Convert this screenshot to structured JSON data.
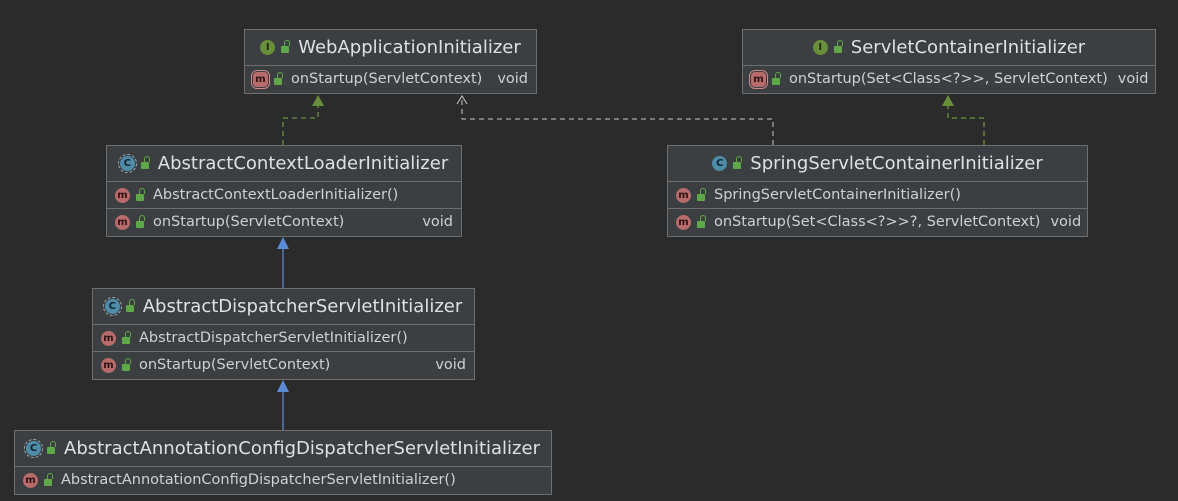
{
  "nodes": {
    "web_app_init": {
      "kind": "I",
      "name": "WebApplicationInitializer",
      "methods": [
        {
          "kind": "m",
          "signature": "onStartup(ServletContext)",
          "return": "void"
        }
      ]
    },
    "servlet_container_init": {
      "kind": "I",
      "name": "ServletContainerInitializer",
      "methods": [
        {
          "kind": "m",
          "signature": "onStartup(Set<Class<?>>, ServletContext)",
          "return": "void"
        }
      ]
    },
    "abstract_context_loader": {
      "kind": "C",
      "name": "AbstractContextLoaderInitializer",
      "methods": [
        {
          "kind": "m",
          "signature": "AbstractContextLoaderInitializer()",
          "return": ""
        },
        {
          "kind": "m",
          "signature": "onStartup(ServletContext)",
          "return": "void"
        }
      ]
    },
    "spring_servlet_container": {
      "kind": "C",
      "name": "SpringServletContainerInitializer",
      "methods": [
        {
          "kind": "m",
          "signature": "SpringServletContainerInitializer()",
          "return": ""
        },
        {
          "kind": "m",
          "signature": "onStartup(Set<Class<?>>?, ServletContext)",
          "return": "void"
        }
      ]
    },
    "abstract_dispatcher": {
      "kind": "C",
      "name": "AbstractDispatcherServletInitializer",
      "methods": [
        {
          "kind": "m",
          "signature": "AbstractDispatcherServletInitializer()",
          "return": ""
        },
        {
          "kind": "m",
          "signature": "onStartup(ServletContext)",
          "return": "void"
        }
      ]
    },
    "abstract_annotation": {
      "kind": "C",
      "name": "AbstractAnnotationConfigDispatcherServletInitializer",
      "methods": [
        {
          "kind": "m",
          "signature": "AbstractAnnotationConfigDispatcherServletInitializer()",
          "return": ""
        }
      ]
    }
  },
  "edges": [
    {
      "from": "abstract_context_loader",
      "to": "web_app_init",
      "type": "implements"
    },
    {
      "from": "spring_servlet_container",
      "to": "web_app_init",
      "type": "dependency"
    },
    {
      "from": "spring_servlet_container",
      "to": "servlet_container_init",
      "type": "implements"
    },
    {
      "from": "abstract_dispatcher",
      "to": "abstract_context_loader",
      "type": "extends"
    },
    {
      "from": "abstract_annotation",
      "to": "abstract_dispatcher",
      "type": "extends"
    }
  ],
  "colors": {
    "background": "#2b2b2c",
    "implements_edge": "#6a8f3b",
    "extends_edge": "#5b8ad6",
    "dependency_edge": "#c8c8c8"
  }
}
